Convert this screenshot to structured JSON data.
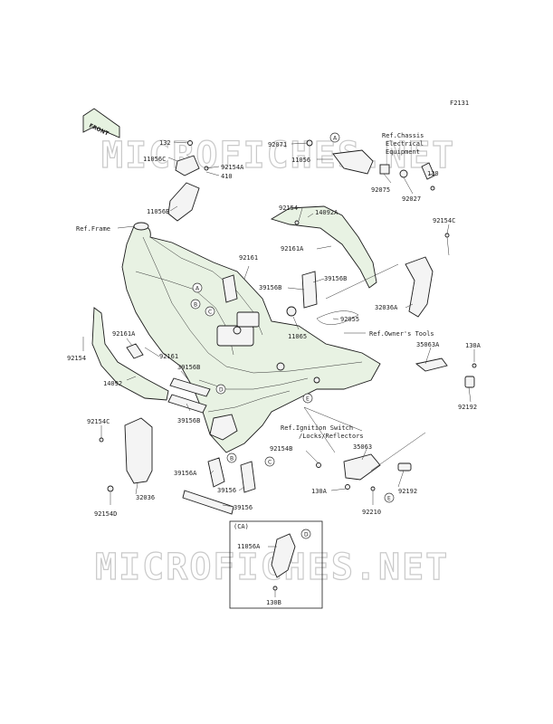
{
  "figure_id": "F2131",
  "front_label": "FRONT",
  "watermark": "MICROFICHES.NET",
  "refs": {
    "chassis": [
      "Ref.Chassis",
      "Electrical",
      "Equipment"
    ],
    "frame": "Ref.Frame",
    "owners_tools": "Ref.Owner's Tools",
    "ignition": [
      "Ref.Ignition Switch",
      "/Locks/Reflectors"
    ]
  },
  "inset_label": "(CA)",
  "parts": {
    "p132": "132",
    "p11056C": "11056C",
    "p92154A": "92154A",
    "p410": "410",
    "p11056B": "11056B",
    "p92071": "92071",
    "p11056": "11056",
    "p92075": "92075",
    "p92027": "92027",
    "p130": "130",
    "p92154": "92154",
    "p14092A": "14092A",
    "p92154C_r": "92154C",
    "p92161A_r": "92161A",
    "p92161_top": "92161",
    "p39156B_a": "39156B",
    "p39156B_b": "39156B",
    "p32036A": "32036A",
    "p92055": "92055",
    "p11065": "11065",
    "p35063A": "35063A",
    "p130A_r": "130A",
    "p92192_r": "92192",
    "p92154_l": "92154",
    "p92161A_l": "92161A",
    "p92161_l": "92161",
    "p39156B_c": "39156B",
    "p14092": "14092",
    "p39156B_d": "39156B",
    "p92154C_l": "92154C",
    "p92154B": "92154B",
    "p35063": "35063",
    "p39156A": "39156A",
    "p39156": "39156",
    "p39156_b": "39156",
    "p32036": "32036",
    "p92154D": "92154D",
    "p130A_m": "130A",
    "p92210": "92210",
    "p92192_m": "92192",
    "p11056A": "11056A",
    "p130B": "130B"
  },
  "circle_refs": {
    "A": "A",
    "B": "B",
    "C": "C",
    "D": "D",
    "E": "E"
  }
}
